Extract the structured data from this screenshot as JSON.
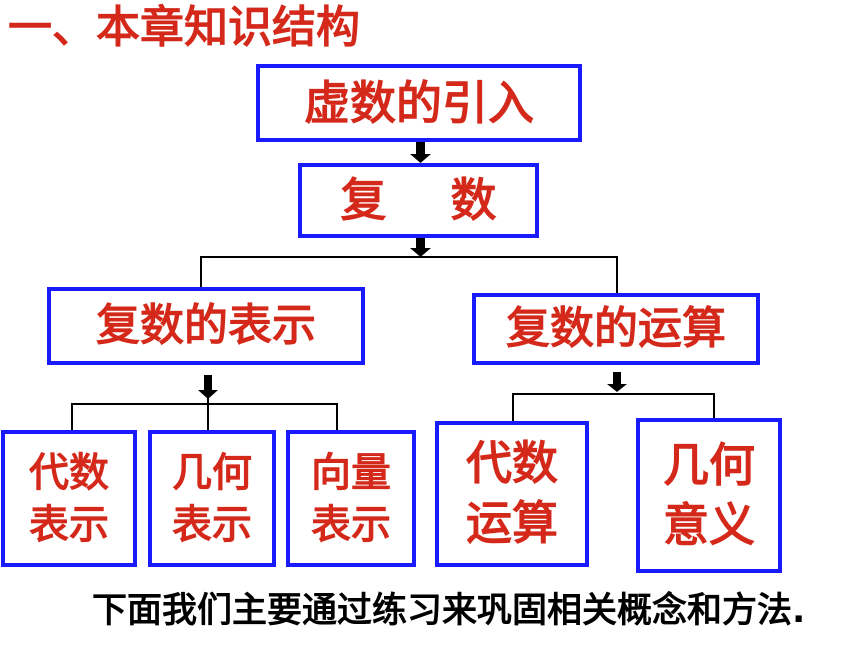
{
  "heading": "一、本章知识结构",
  "nodes": {
    "intro": "虚数的引入",
    "complex": "复    数",
    "representation": "复数的表示",
    "operations": "复数的运算",
    "algebraic_repr": "代数\n表示",
    "geometric_repr": "几何\n表示",
    "vector_repr": "向量\n表示",
    "algebraic_ops": "代数\n运算",
    "geometric_meaning": "几何\n意义"
  },
  "footer": "下面我们主要通过练习来巩固相关概念和方法.",
  "colors": {
    "text_red": "#d4291a",
    "border_blue": "#1a1aff",
    "line_black": "#000000"
  }
}
